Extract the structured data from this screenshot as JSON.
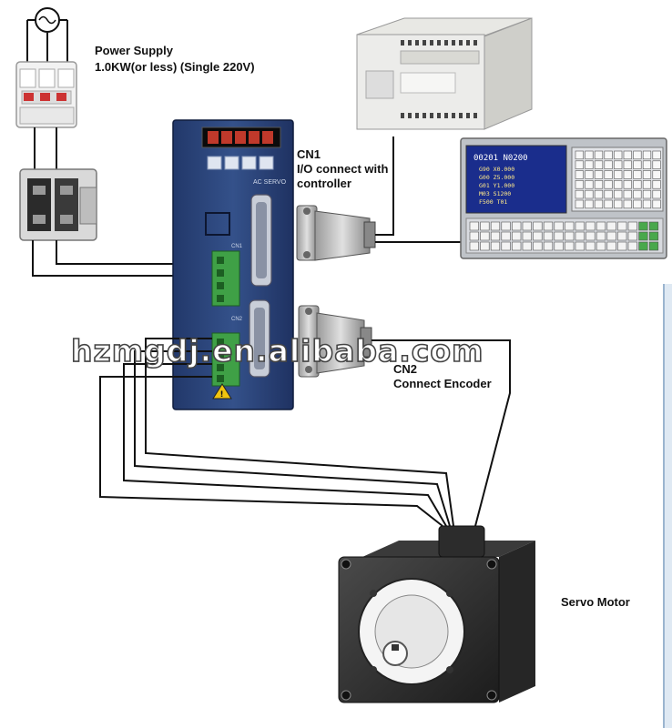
{
  "labels": {
    "power_supply_title": "Power Supply",
    "power_supply_spec": "1.0KW(or less) (Single 220V)",
    "cn1_title": "CN1",
    "cn1_line1": "I/O connect with",
    "cn1_line2": "controller",
    "cn2_title": "CN2",
    "cn2_desc": "Connect Encoder",
    "servo_motor": "Servo Motor"
  },
  "drive": {
    "panel_label": "AC SERVO",
    "cn1_port": "CN1",
    "cn2_port": "CN2"
  },
  "cnc_screen": {
    "top": "00201 N0200",
    "lines": [
      "G90 X0.000",
      "G00 Z5.000",
      "G01 Y1.000",
      "M03 S1200",
      "F500 T01"
    ]
  },
  "watermark": "hzmgdj.en.alibaba.com",
  "colors": {
    "drive_body": "#2f4a7e",
    "terminal_green": "#3fa046",
    "cnc_screen": "#1a2d8c",
    "wire": "#111111"
  }
}
